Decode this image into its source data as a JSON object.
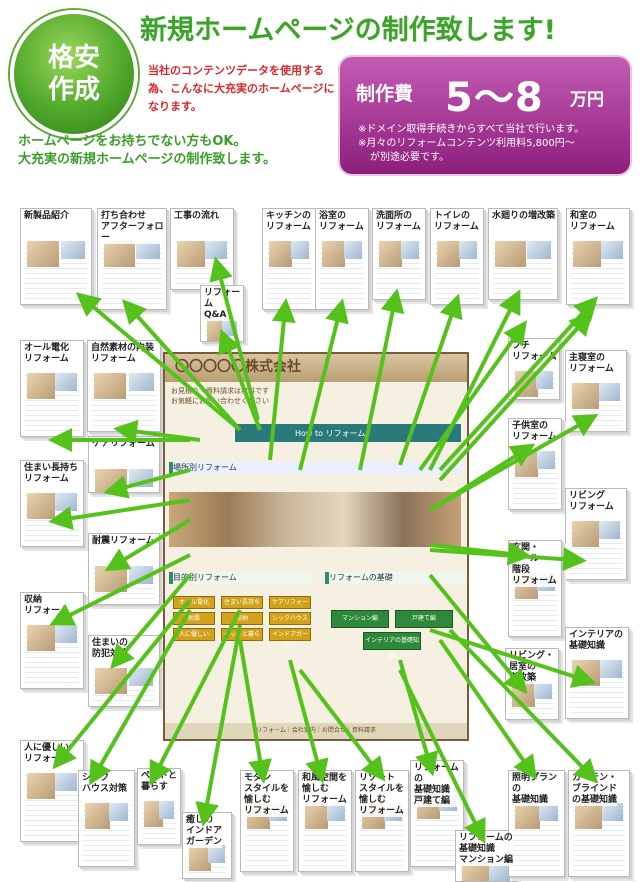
{
  "header": {
    "badge_top": "格安",
    "badge_bottom": "作成",
    "title": "新規ホームページの制作致します!",
    "description": "当社のコンテンツデータを使用する為、こんなに大充実のホームページになります。",
    "sub_line1": "ホームページをお持ちでない方もOK。",
    "sub_line2": "大充実の新規ホームページの制作致します。"
  },
  "price": {
    "label": "制作費",
    "range": "5～8",
    "unit": "万円",
    "note1": "※ドメイン取得手続きからすべて当社で行います。",
    "note2": "※月々のリフォームコンテンツ利用料5,800円～",
    "note3": "が別途必要です。"
  },
  "thumbnails": [
    {
      "id": "t1",
      "label": "新製品紹介"
    },
    {
      "id": "t2",
      "label": "打ち合わせ\nアフターフォロー"
    },
    {
      "id": "t3",
      "label": "工事の流れ"
    },
    {
      "id": "t4",
      "label": "リフォーム\nQ&A"
    },
    {
      "id": "t5",
      "label": "キッチンの\nリフォーム"
    },
    {
      "id": "t6",
      "label": "浴室の\nリフォーム"
    },
    {
      "id": "t7",
      "label": "洗面所の\nリフォーム"
    },
    {
      "id": "t8",
      "label": "トイレの\nリフォーム"
    },
    {
      "id": "t9",
      "label": "水廻りの増改築"
    },
    {
      "id": "t10",
      "label": "和室の\nリフォーム"
    },
    {
      "id": "t11",
      "label": "オール電化\nリフォーム"
    },
    {
      "id": "t12",
      "label": "自然素材の内装\nリフォーム"
    },
    {
      "id": "t13",
      "label": "プチ\nリフォーム"
    },
    {
      "id": "t14",
      "label": "主寝室の\nリフォーム"
    },
    {
      "id": "t15",
      "label": "ケアリフォーム"
    },
    {
      "id": "t16",
      "label": "住まい長持ち\nリフォーム"
    },
    {
      "id": "t17",
      "label": "子供室の\nリフォーム"
    },
    {
      "id": "t18",
      "label": "リビング\nリフォーム"
    },
    {
      "id": "t19",
      "label": "耐震リフォーム"
    },
    {
      "id": "t20",
      "label": "玄関・\nホール・\n階段\nリフォーム"
    },
    {
      "id": "t21",
      "label": "収納\nリフォーム"
    },
    {
      "id": "t22",
      "label": "インテリアの\n基礎知識"
    },
    {
      "id": "t23",
      "label": "住まいの\n防犯対策"
    },
    {
      "id": "t24",
      "label": "リビング・\n居室の\n増改築"
    },
    {
      "id": "t25",
      "label": "人に優しい\nリフォーム"
    },
    {
      "id": "t26",
      "label": "シック\nハウス対策"
    },
    {
      "id": "t27",
      "label": "ペットと\n暮らす"
    },
    {
      "id": "t28",
      "label": "癒しの\nインドア\nガーデン"
    },
    {
      "id": "t29",
      "label": "モダン\nスタイルを\n愉しむ\nリフォーム"
    },
    {
      "id": "t30",
      "label": "和風空間を\n愉しむ\nリフォーム"
    },
    {
      "id": "t31",
      "label": "リゾート\nスタイルを\n愉しむ\nリフォーム"
    },
    {
      "id": "t32",
      "label": "リフォームの\n基礎知識\n戸建て編"
    },
    {
      "id": "t33",
      "label": "リフォームの\n基礎知識\nマンション編"
    },
    {
      "id": "t34",
      "label": "照明プランの\n基礎知識"
    },
    {
      "id": "t35",
      "label": "カーテン・\nブラインド\nの基礎知識"
    }
  ],
  "center_site": {
    "company": "〇〇〇〇〇株式会社",
    "sub1": "お見積り・資料請求は無料です",
    "sub2": "お気軽にお問い合わせください",
    "howto": "How to リフォーム",
    "section_place": "場所別リフォーム",
    "section_purpose": "目的別リフォーム",
    "section_basic": "リフォームの基礎",
    "btn_all": "オール電化",
    "btn_long": "住まい長持ち",
    "btn_storage": "収納",
    "btn_care": "ケアリフォーム",
    "btn_quake": "耐震",
    "btn_sick": "シックハウス対策",
    "btn_kind": "人に優しい",
    "btn_pet": "ペットと暮らす",
    "btn_garden": "インドアガーデン",
    "basic1": "マンション編",
    "basic2": "戸建て編",
    "basic3": "インテリアの基礎知識",
    "footer": "リフォーム｜会社案内｜お問合せ｜資料請求"
  },
  "colors": {
    "title_green": "#3da32d",
    "desc_red": "#d8292b",
    "price_purple": "#a63a96",
    "arrow_green": "#55c21b"
  }
}
